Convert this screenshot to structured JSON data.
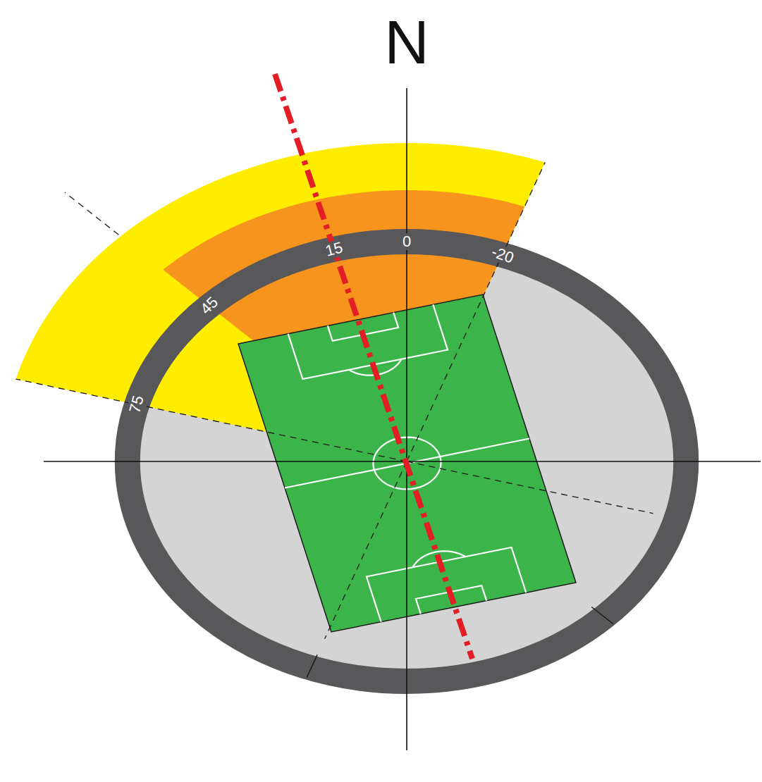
{
  "diagram": {
    "labels": [
      "N",
      "0",
      "15",
      "-20",
      "45",
      "75"
    ]
  }
}
